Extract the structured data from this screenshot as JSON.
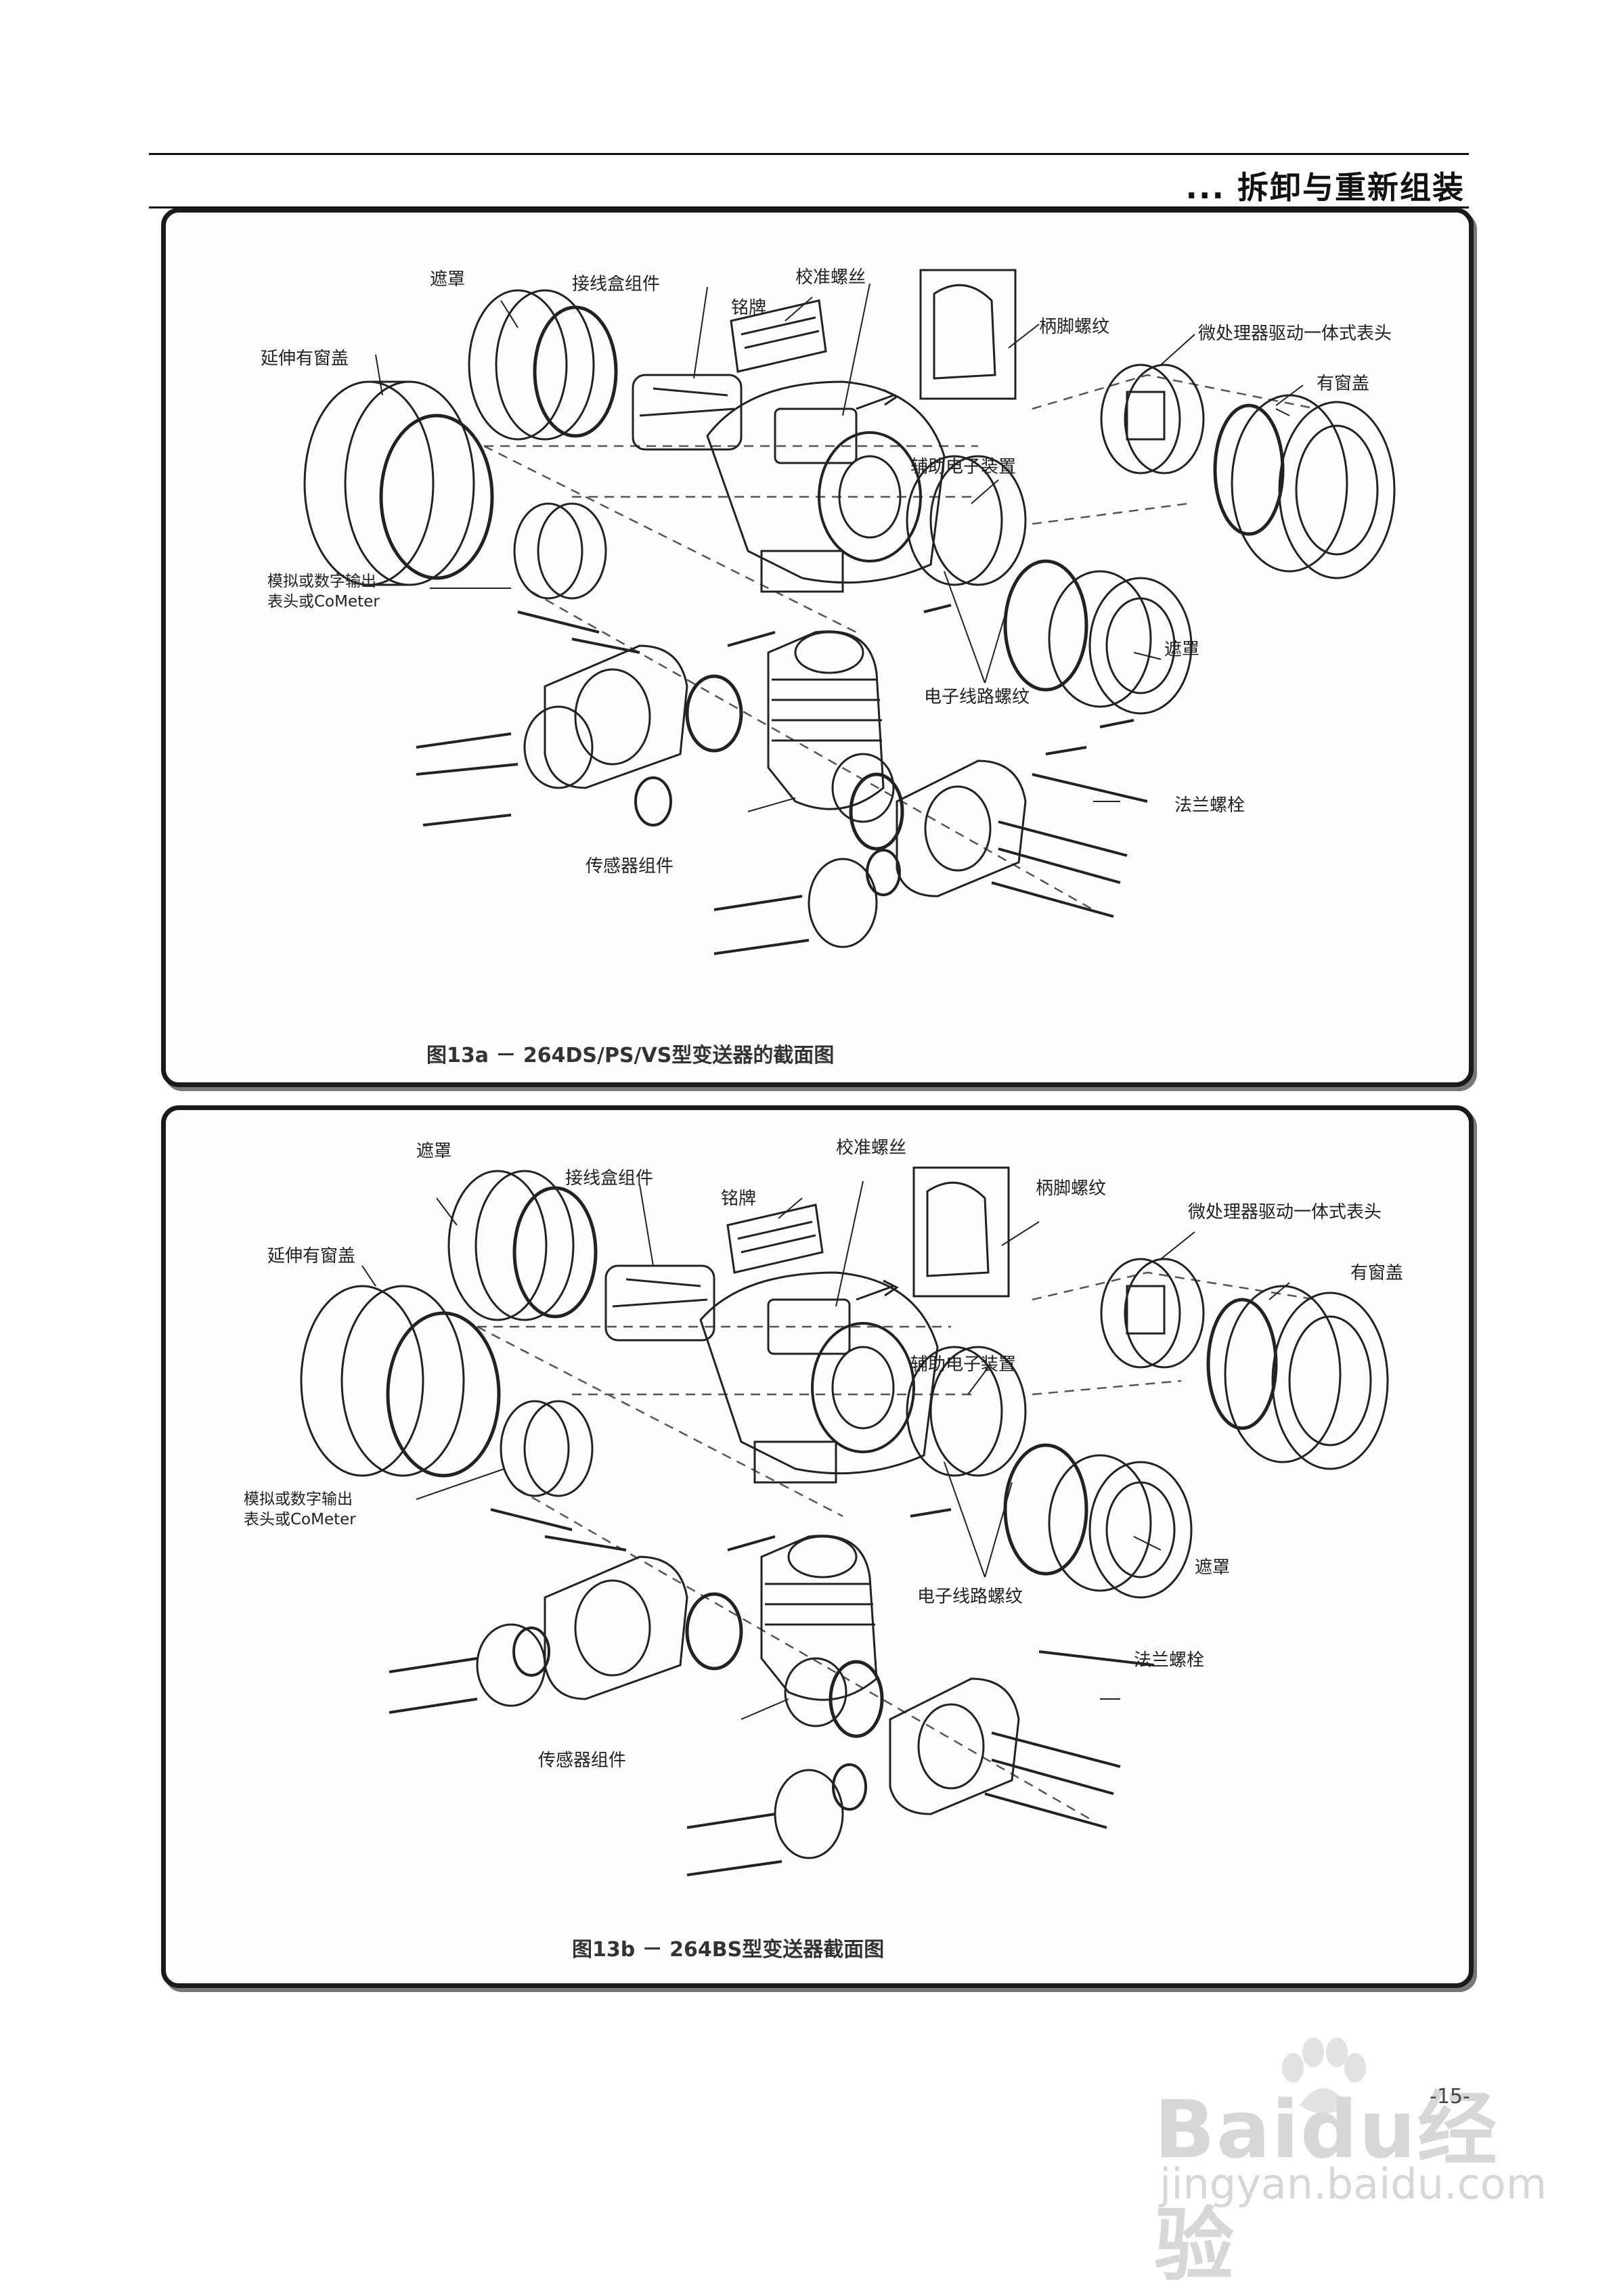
{
  "header": {
    "title": "... 拆卸与重新组装"
  },
  "figure_a": {
    "caption": "图13a － 264DS/PS/VS型变送器的截面图",
    "labels": {
      "cover": "遮罩",
      "terminal_box": "接线盒组件",
      "nameplate": "铭牌",
      "calib_screw": "校准螺丝",
      "clamp_screw": "柄脚螺纹",
      "display": "微处理器驱动一体式表头",
      "window_cover": "有窗盖",
      "ext_window_cover": "延伸有窗盖",
      "aux_electronics": "辅助电子装置",
      "output_meter_line1": "模拟或数字输出",
      "output_meter_line2": "表头或CoMeter",
      "cover_right": "遮罩",
      "elec_screw": "电子线路螺纹",
      "flange_bolt": "法兰螺栓",
      "sensor": "传感器组件"
    }
  },
  "figure_b": {
    "caption": "图13b － 264BS型变送器截面图",
    "labels": {
      "cover": "遮罩",
      "terminal_box": "接线盒组件",
      "nameplate": "铭牌",
      "calib_screw": "校准螺丝",
      "clamp_screw": "柄脚螺纹",
      "display": "微处理器驱动一体式表头",
      "window_cover": "有窗盖",
      "ext_window_cover": "延伸有窗盖",
      "aux_electronics": "辅助电子装置",
      "output_meter_line1": "模拟或数字输出",
      "output_meter_line2": "表头或CoMeter",
      "cover_right": "遮罩",
      "elec_screw": "电子线路螺纹",
      "flange_bolt": "法兰螺栓",
      "sensor": "传感器组件"
    }
  },
  "page_number": "-15-",
  "watermark": {
    "brand": "Baidu经验",
    "url": "jingyan.baidu.com"
  }
}
